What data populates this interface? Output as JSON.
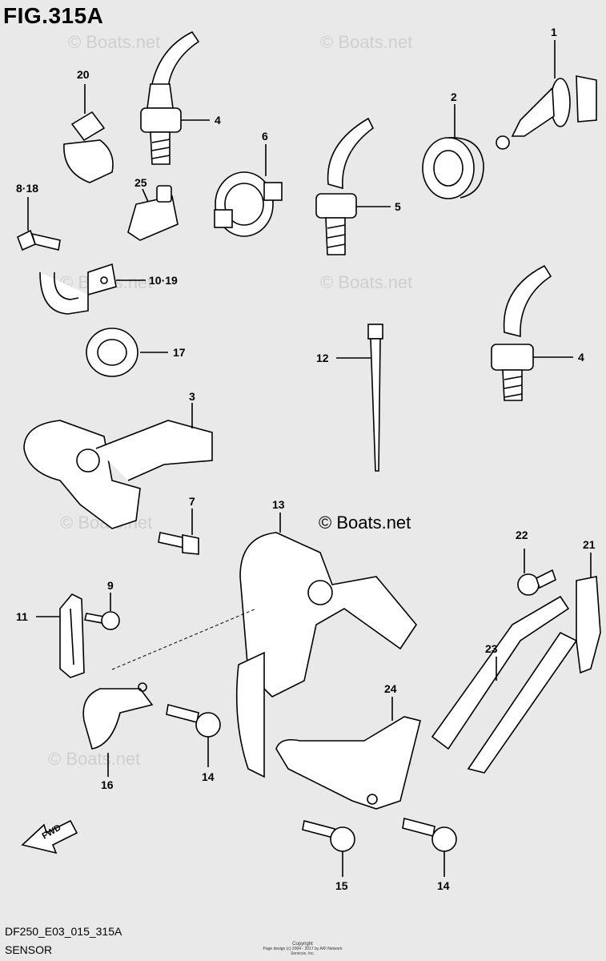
{
  "figure": {
    "title": "FIG.315A",
    "copyright": "© Boats.net"
  },
  "footer": {
    "code": "DF250_E03_015_315A",
    "name": "SENSOR"
  },
  "small_print": {
    "line1": "Copyright",
    "line2": "Page design (c) 2004 - 2017 by ARI Network Services, Inc."
  },
  "watermark": "© Boats.net",
  "fwd_label": "FWD",
  "callouts": {
    "c1": "1",
    "c2": "2",
    "c3": "3",
    "c4a": "4",
    "c4b": "4",
    "c5": "5",
    "c6": "6",
    "c7": "7",
    "c8_18": "8·18",
    "c9": "9",
    "c10_19": "10·19",
    "c11": "11",
    "c12": "12",
    "c13": "13",
    "c14a": "14",
    "c14b": "14",
    "c15": "15",
    "c16": "16",
    "c17": "17",
    "c20": "20",
    "c21": "21",
    "c22": "22",
    "c23": "23",
    "c24": "24",
    "c25": "25"
  },
  "colors": {
    "background": "#e9e9e9",
    "line": "#000000",
    "watermark": "#cfcfcf"
  }
}
